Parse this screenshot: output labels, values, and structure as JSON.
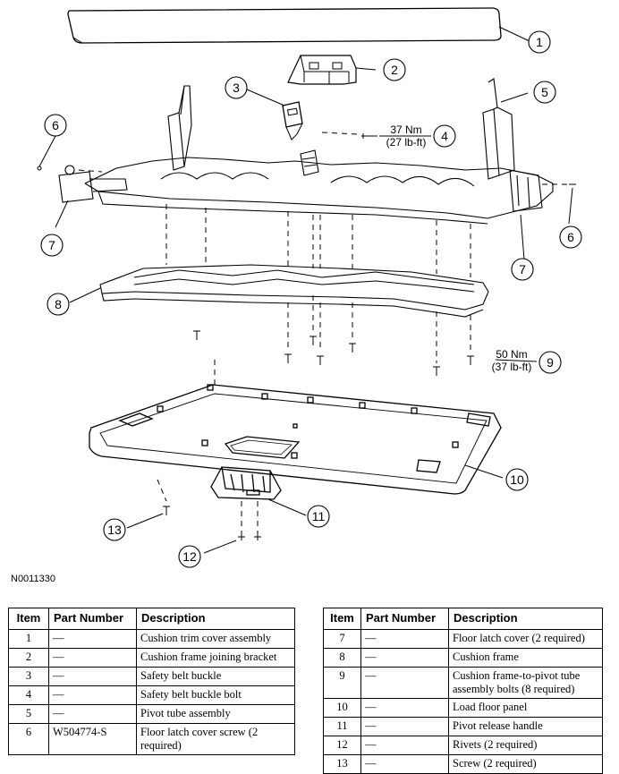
{
  "figure_id": "N0011330",
  "callouts": [
    "1",
    "2",
    "3",
    "4",
    "5",
    "6",
    "7",
    "8",
    "9",
    "10",
    "11",
    "12",
    "13"
  ],
  "torque": {
    "item4": {
      "nm": "37 Nm",
      "lbft": "(27 lb-ft)"
    },
    "item9": {
      "nm": "50 Nm",
      "lbft": "(37 lb-ft)"
    }
  },
  "table_headers": {
    "item": "Item",
    "part_number": "Part Number",
    "description": "Description"
  },
  "parts_left": [
    {
      "item": "1",
      "part_number": "—",
      "description": "Cushion trim cover assembly"
    },
    {
      "item": "2",
      "part_number": "—",
      "description": "Cushion frame joining bracket"
    },
    {
      "item": "3",
      "part_number": "—",
      "description": "Safety belt buckle"
    },
    {
      "item": "4",
      "part_number": "—",
      "description": "Safety belt buckle bolt"
    },
    {
      "item": "5",
      "part_number": "—",
      "description": "Pivot tube assembly"
    },
    {
      "item": "6",
      "part_number": "W504774-S",
      "description": "Floor latch cover screw (2 required)"
    }
  ],
  "parts_right": [
    {
      "item": "7",
      "part_number": "—",
      "description": "Floor latch cover (2 required)"
    },
    {
      "item": "8",
      "part_number": "—",
      "description": "Cushion frame"
    },
    {
      "item": "9",
      "part_number": "—",
      "description": "Cushion frame-to-pivot tube assembly bolts (8 required)"
    },
    {
      "item": "10",
      "part_number": "—",
      "description": "Load floor panel"
    },
    {
      "item": "11",
      "part_number": "—",
      "description": "Pivot release handle"
    },
    {
      "item": "12",
      "part_number": "—",
      "description": "Rivets (2 required)"
    },
    {
      "item": "13",
      "part_number": "—",
      "description": "Screw (2 required)"
    }
  ]
}
